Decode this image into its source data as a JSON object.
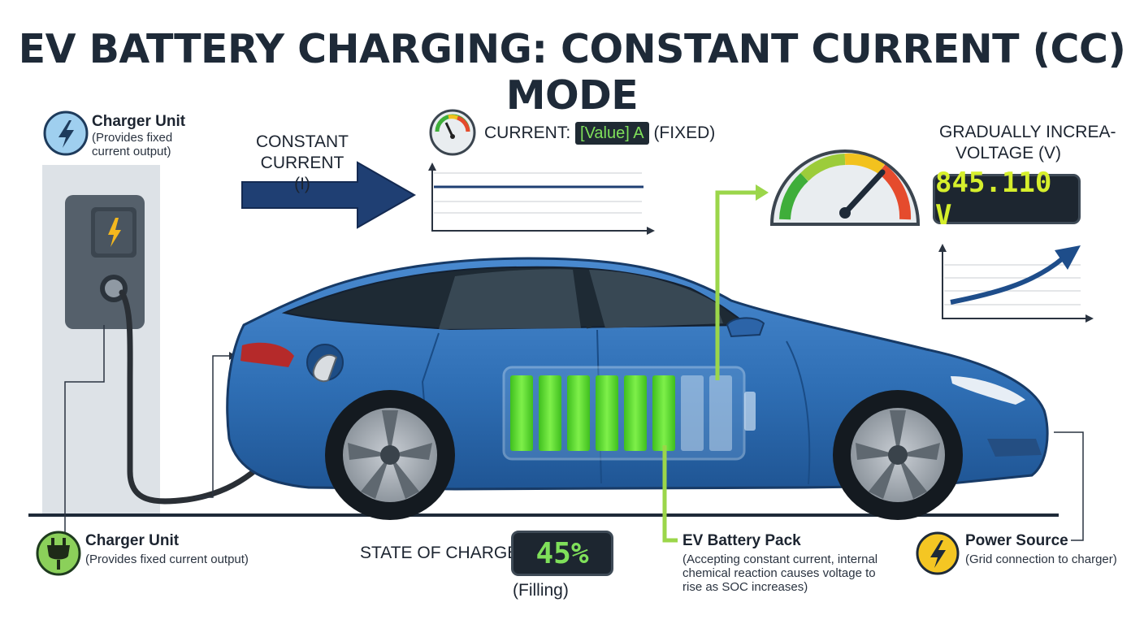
{
  "title": "EV BATTERY CHARGING: CONSTANT CURRENT (CC) MODE",
  "charger_top": {
    "title": "Charger Unit",
    "subtitle_line1": "(Provides fixed",
    "subtitle_line2": "current output)"
  },
  "constant_current": {
    "line1": "CONSTANT",
    "line2": "CURRENT (I)"
  },
  "current_readout": {
    "prefix": "CURRENT:",
    "value": "[Value] A",
    "suffix": "(FIXED)"
  },
  "voltage_label": {
    "line1": "GRADUALLY INCREA-",
    "line2": "VOLTAGE (V)"
  },
  "voltage_display": "845.110 V",
  "state_of_charge": {
    "label": "STATE OF CHARGE:",
    "value": "45%",
    "status": "(Filling)",
    "fraction": 0.45
  },
  "charger_bottom": {
    "title": "Charger Unit",
    "subtitle": "(Provides fixed current output)"
  },
  "battery_pack": {
    "title": "EV Battery Pack",
    "line1": "(Accepting constant current, internal",
    "line2": "chemical reaction causes voltage to",
    "line3": "rise as SOC increases)",
    "cells_total": 8,
    "cells_filled": 6
  },
  "power_source": {
    "title": "Power Source",
    "subtitle": "(Grid connection to charger)"
  },
  "colors": {
    "car_body": "#2f6fb5",
    "arrow": "#1f3f73",
    "battery_green": "#5ed62c",
    "connector": "#9bd64a",
    "lcd_text": "#d6ef2c"
  },
  "icons": [
    "lightning-icon",
    "plug-icon",
    "gauge-icon",
    "speedometer-icon",
    "trend-arrow-icon"
  ]
}
